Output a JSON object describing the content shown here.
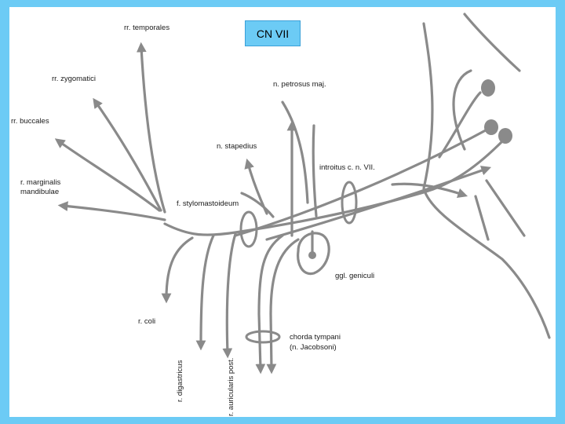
{
  "title": "CN VII",
  "labels": {
    "rr_temporales": "rr. temporales",
    "rr_zygomatici": "rr. zygomatici",
    "rr_buccales": "rr. buccales",
    "r_marginalis_1": "r. marginalis",
    "r_marginalis_2": "mandibulae",
    "f_stylomastoideum": "f. stylomastoideum",
    "n_stapedius": "n. stapedius",
    "n_petrosus": "n. petrosus maj.",
    "introitus": "introitus c. n. VII.",
    "ggl_geniculi": "ggl. geniculi",
    "r_coli": "r. coli",
    "r_digastricus": "r. digastricus",
    "r_auricularis": "r. auricularis post.",
    "chorda_1": "chorda tympani",
    "chorda_2": "(n. Jacobsoni)"
  },
  "colors": {
    "frame": "#6ccbf5",
    "nerve": "#8a8a8a",
    "title_box": "#6ccbf5"
  }
}
